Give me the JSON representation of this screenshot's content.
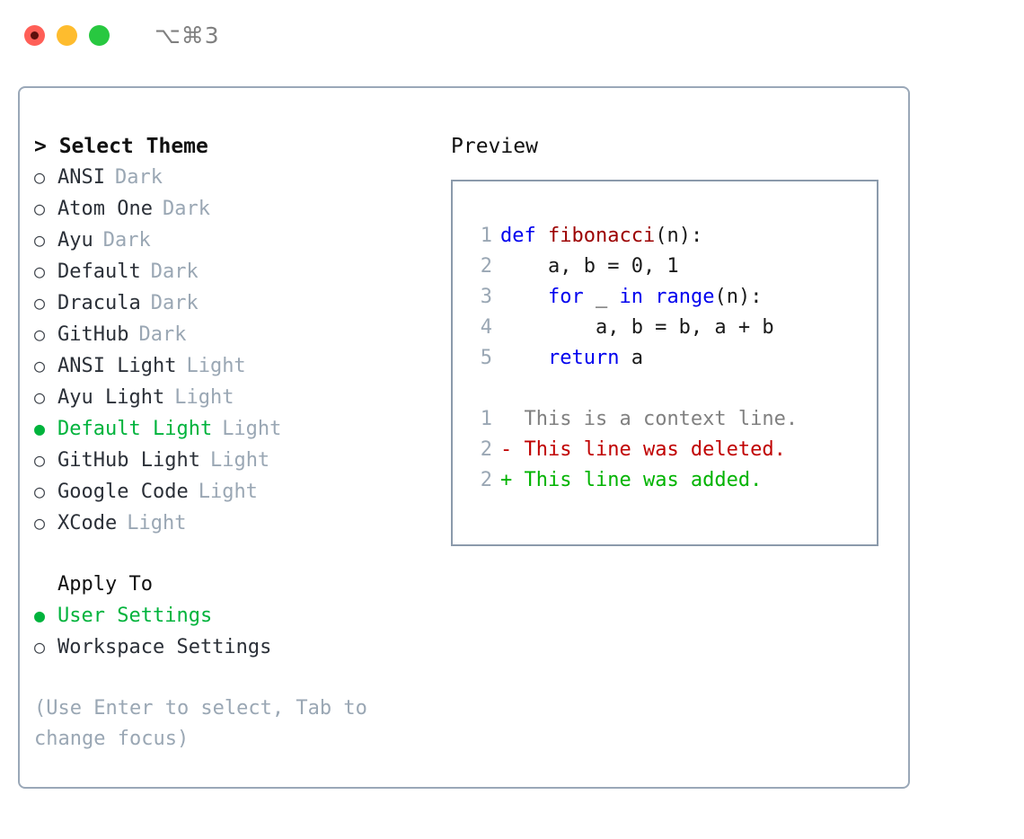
{
  "titlebar": {
    "shortcut": "⌥⌘3",
    "buttons": [
      "close",
      "minimize",
      "maximize"
    ]
  },
  "theme_panel": {
    "header": "> Select Theme",
    "bullet_unselected": "○",
    "bullet_selected": "●",
    "items": [
      {
        "name": "ANSI",
        "tag": "Dark",
        "selected": false
      },
      {
        "name": "Atom One",
        "tag": "Dark",
        "selected": false
      },
      {
        "name": "Ayu",
        "tag": "Dark",
        "selected": false
      },
      {
        "name": "Default",
        "tag": "Dark",
        "selected": false
      },
      {
        "name": "Dracula",
        "tag": "Dark",
        "selected": false
      },
      {
        "name": "GitHub",
        "tag": "Dark",
        "selected": false
      },
      {
        "name": "ANSI Light",
        "tag": "Light",
        "selected": false
      },
      {
        "name": "Ayu Light",
        "tag": "Light",
        "selected": false
      },
      {
        "name": "Default Light",
        "tag": "Light",
        "selected": true
      },
      {
        "name": "GitHub Light",
        "tag": "Light",
        "selected": false
      },
      {
        "name": "Google Code",
        "tag": "Light",
        "selected": false
      },
      {
        "name": "XCode",
        "tag": "Light",
        "selected": false
      }
    ]
  },
  "apply_to": {
    "header": "Apply To",
    "items": [
      {
        "name": "User Settings",
        "selected": true
      },
      {
        "name": "Workspace Settings",
        "selected": false
      }
    ]
  },
  "hint": "(Use Enter to select, Tab to change focus)",
  "preview": {
    "header": "Preview",
    "code_lines": [
      {
        "num": "1",
        "tokens": [
          {
            "t": "def ",
            "c": "kw"
          },
          {
            "t": "fibonacci",
            "c": "fn"
          },
          {
            "t": "(n):",
            "c": "code"
          }
        ]
      },
      {
        "num": "2",
        "tokens": [
          {
            "t": "    a, b = 0, 1",
            "c": "code"
          }
        ]
      },
      {
        "num": "3",
        "tokens": [
          {
            "t": "    ",
            "c": "code"
          },
          {
            "t": "for",
            "c": "kw"
          },
          {
            "t": " _ ",
            "c": "code"
          },
          {
            "t": "in",
            "c": "kw"
          },
          {
            "t": " ",
            "c": "code"
          },
          {
            "t": "range",
            "c": "kw"
          },
          {
            "t": "(n):",
            "c": "code"
          }
        ]
      },
      {
        "num": "4",
        "tokens": [
          {
            "t": "        a, b = b, a + b",
            "c": "code"
          }
        ]
      },
      {
        "num": "5",
        "tokens": [
          {
            "t": "    ",
            "c": "code"
          },
          {
            "t": "return",
            "c": "kw"
          },
          {
            "t": " a",
            "c": "code"
          }
        ]
      }
    ],
    "diff_lines": [
      {
        "num": "1",
        "marker": "  ",
        "text": "This is a context line.",
        "kind": "ctx"
      },
      {
        "num": "2",
        "marker": "- ",
        "text": "This line was deleted.",
        "kind": "del"
      },
      {
        "num": "2",
        "marker": "+ ",
        "text": "This line was added.",
        "kind": "add"
      }
    ]
  },
  "colors": {
    "accent_green": "#00b33c",
    "muted": "#9aa7b4",
    "border": "#9aa8b8",
    "keyword": "#0000ee",
    "function": "#9c0000",
    "deleted": "#c00000",
    "added": "#00b300",
    "context": "#808080"
  }
}
